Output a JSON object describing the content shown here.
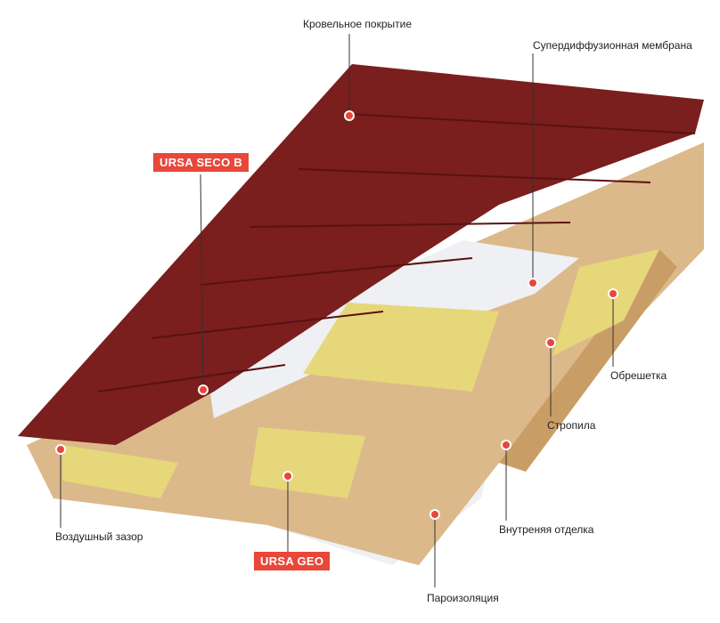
{
  "labels": {
    "roof_covering": "Кровельное покрытие",
    "membrane": "Супердиффузионная мембрана",
    "ursa_seco": "URSA SECO B",
    "battens": "Обрешетка",
    "rafters": "Стропила",
    "interior_finish": "Внутреняя отделка",
    "vapor_barrier": "Пароизоляция",
    "ursa_geo": "URSA GEO",
    "air_gap": "Воздушный зазор"
  },
  "colors": {
    "accent": "#e8473a",
    "tile": "#7a1e1e",
    "wood": "#dcb98a",
    "insulation": "#e6d77a",
    "membrane": "#eef0f4"
  }
}
